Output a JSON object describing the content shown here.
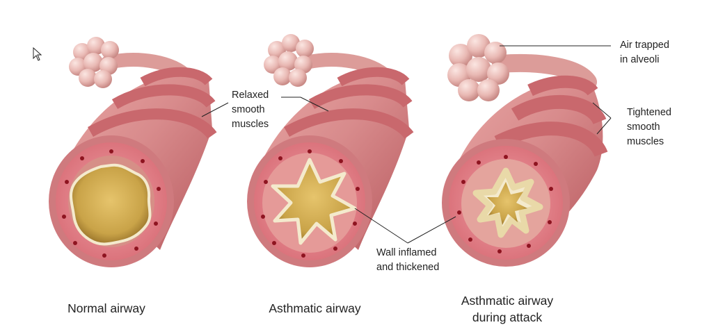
{
  "labels": {
    "relaxed": [
      "Relaxed",
      "smooth",
      "muscles"
    ],
    "air_trapped": [
      "Air trapped",
      "in alveoli"
    ],
    "tightened": [
      "Tightened",
      "smooth",
      "muscles"
    ],
    "wall_inflamed": [
      "Wall inflamed",
      "and thickened"
    ]
  },
  "captions": {
    "normal": [
      "Normal airway"
    ],
    "asthmatic": [
      "Asthmatic airway"
    ],
    "attack": [
      "Asthmatic airway",
      "during attack"
    ]
  },
  "colors": {
    "tube": "#d88b8c",
    "tube_dark": "#b85a5f",
    "band": "#c9686d",
    "lumen": "#c9a348",
    "lining": "#f4eacd",
    "inner_wall": "#e6848c",
    "dots": "#8e1420",
    "alveoli": "#e9b9b4",
    "leader": "#222222"
  },
  "icons": [
    "mouse-cursor-icon"
  ]
}
